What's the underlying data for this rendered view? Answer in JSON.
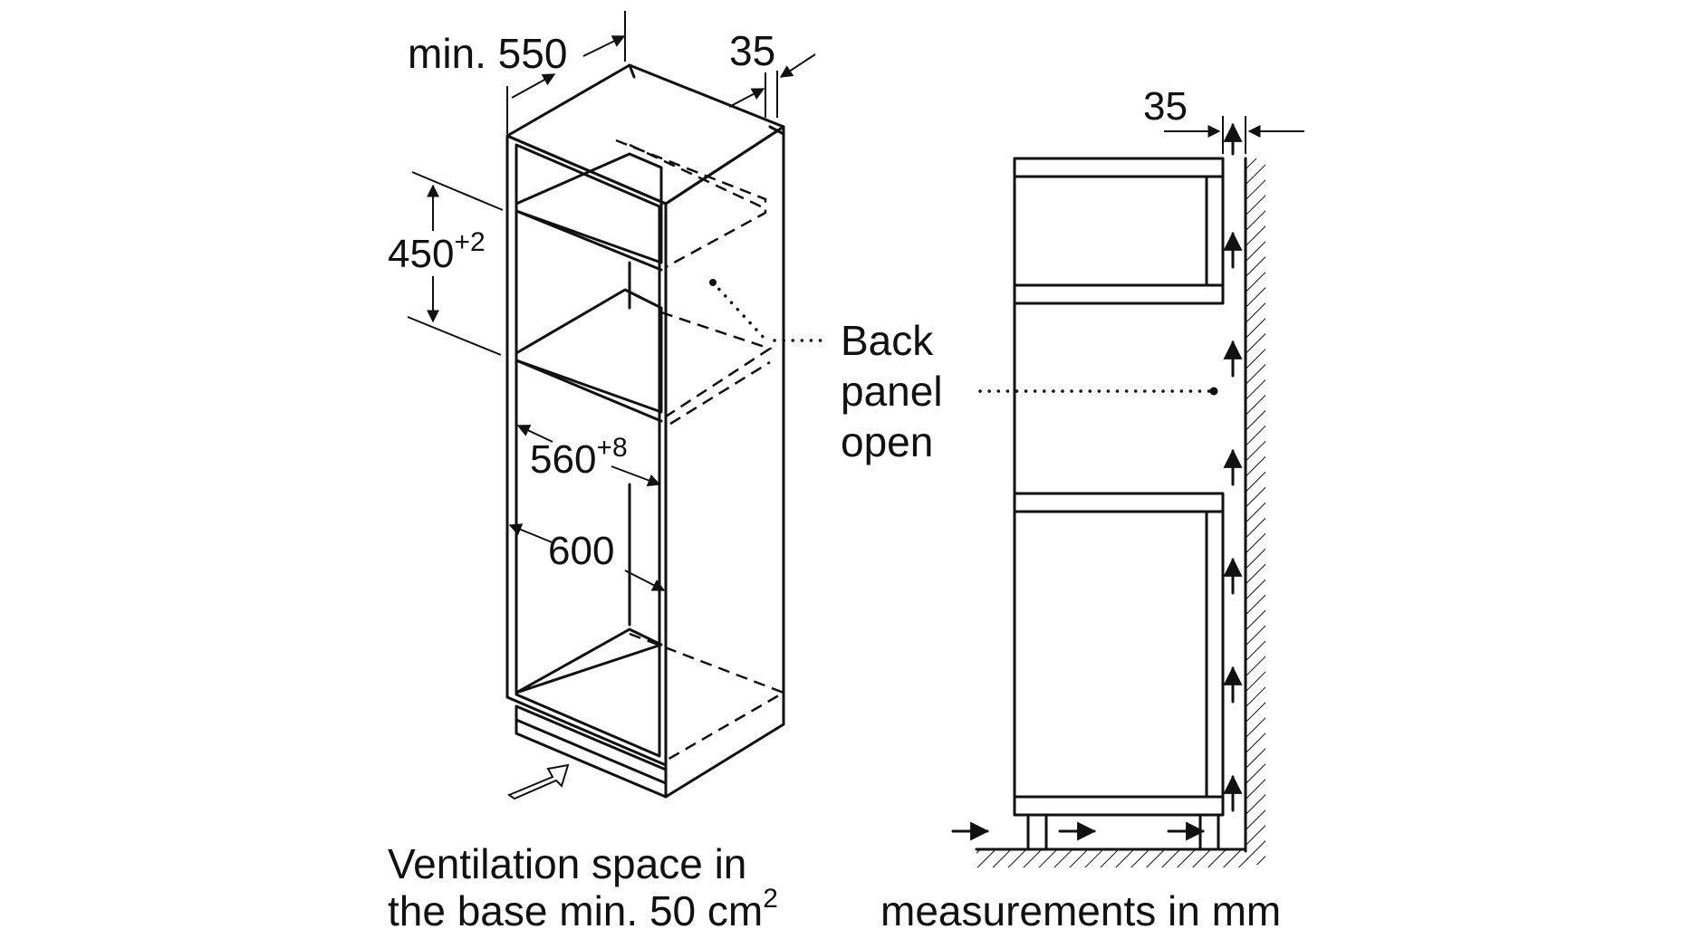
{
  "dimensions": {
    "depth_min": "min. 550",
    "gap_top": "35",
    "gap_side": "35",
    "niche_height": "450",
    "niche_height_tol": "+2",
    "inner_width": "560",
    "inner_width_tol": "+8",
    "cabinet_width": "600"
  },
  "labels": {
    "back_panel_line1": "Back",
    "back_panel_line2": "panel",
    "back_panel_line3": "open",
    "ventilation_line1": "Ventilation space in",
    "ventilation_line2": "the base min. 50 cm",
    "ventilation_sup": "2",
    "units_note": "measurements in mm"
  }
}
